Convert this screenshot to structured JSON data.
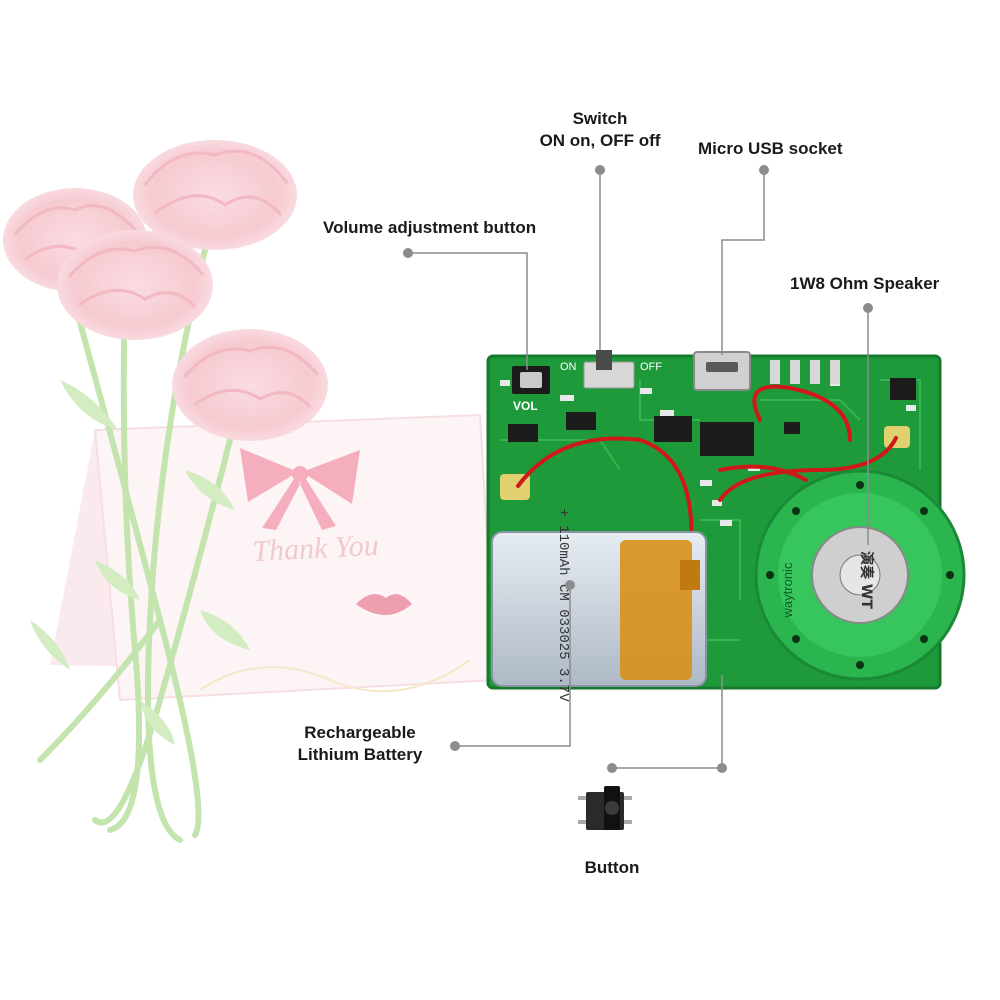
{
  "card_text": "Thank You",
  "labels": {
    "switch_title": "Switch",
    "switch_desc": "ON on, OFF off",
    "usb": "Micro USB socket",
    "volume": "Volume adjustment button",
    "speaker": "1W8 Ohm Speaker",
    "battery_line1": "Rechargeable",
    "battery_line2": "Lithium Battery",
    "button": "Button"
  },
  "board": {
    "vol_label": "VOL",
    "on_label": "ON",
    "off_label": "OFF",
    "battery_print": "+ 110mAh CM 033025 3.7V",
    "speaker_brand": "waytronic",
    "speaker_print": "演奏 WT"
  },
  "colors": {
    "pcb": "#1f9a3a",
    "leader": "#8c8c8c",
    "battery_wrap": "#c9d4e0",
    "battery_tab": "#d89018",
    "speaker": "#2bb54f",
    "wire": "#d01818",
    "carnation": "#f2a8b4"
  }
}
